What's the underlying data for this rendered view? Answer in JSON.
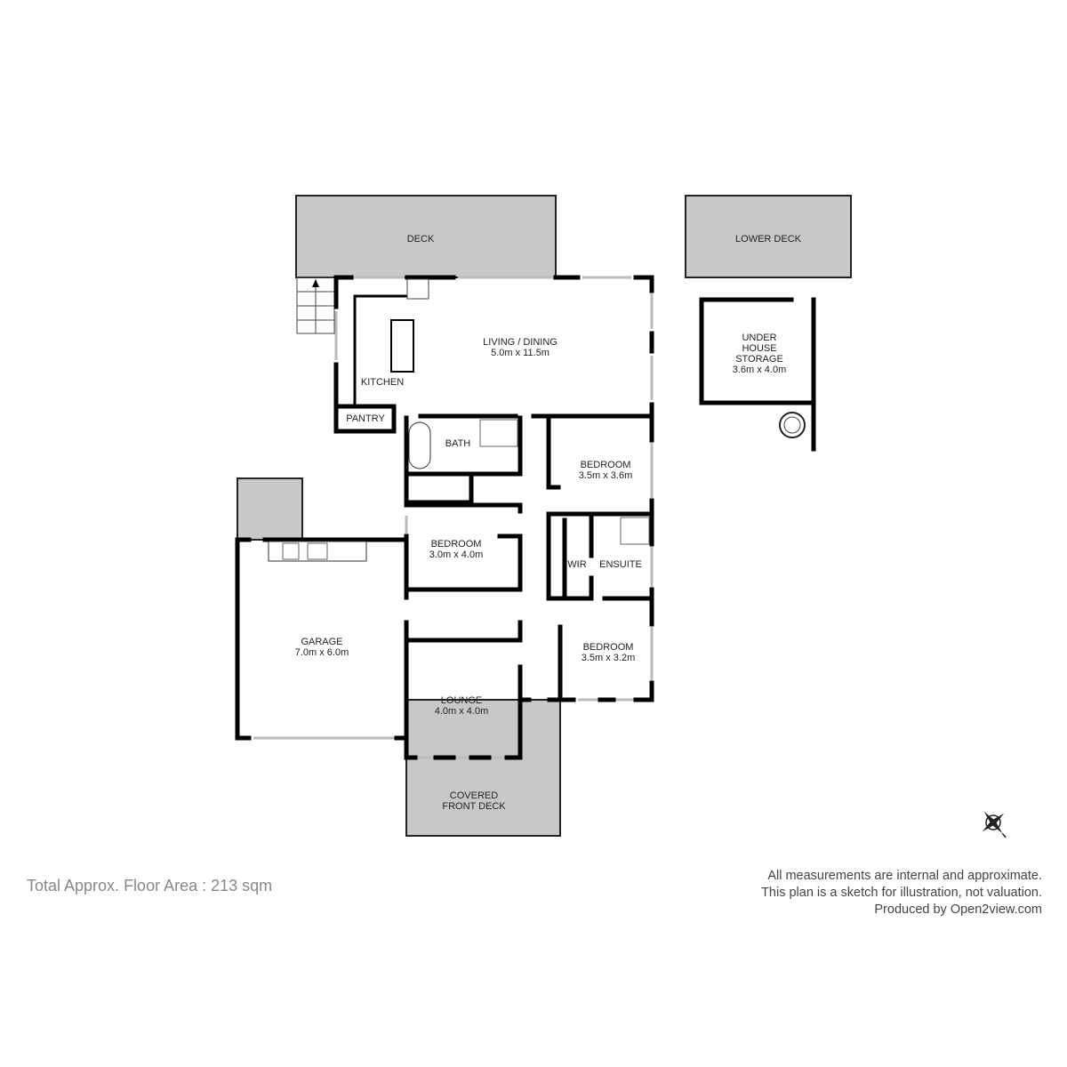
{
  "rooms": {
    "deck": {
      "name": "DECK"
    },
    "lower_deck": {
      "name": "LOWER DECK"
    },
    "living": {
      "name": "LIVING / DINING",
      "size": "5.0m x 11.5m"
    },
    "kitchen": {
      "name": "KITCHEN"
    },
    "pantry": {
      "name": "PANTRY"
    },
    "bath": {
      "name": "BATH"
    },
    "bedroom1": {
      "name": "BEDROOM",
      "size": "3.5m x 3.6m"
    },
    "bedroom2": {
      "name": "BEDROOM",
      "size": "3.0m x 4.0m"
    },
    "wir": {
      "name": "WIR"
    },
    "ensuite": {
      "name": "ENSUITE"
    },
    "bedroom3": {
      "name": "BEDROOM",
      "size": "3.5m x 3.2m"
    },
    "garage": {
      "name": "GARAGE",
      "size": "7.0m x 6.0m"
    },
    "lounge": {
      "name": "LOUNGE",
      "size": "4.0m x 4.0m"
    },
    "front_deck": {
      "name1": "COVERED",
      "name2": "FRONT DECK"
    },
    "storage": {
      "name1": "UNDER",
      "name2": "HOUSE",
      "name3": "STORAGE",
      "size": "3.6m x 4.0m"
    }
  },
  "colors": {
    "deck": "#c8c8c8",
    "wall": "#000000"
  },
  "icons": {
    "compass": "compass-icon"
  },
  "footer": {
    "area": "Total Approx. Floor Area : 213 sqm",
    "note1": "All measurements are internal and approximate.",
    "note2": "This plan is a sketch for illustration, not valuation.",
    "note3": "Produced by Open2view.com"
  }
}
